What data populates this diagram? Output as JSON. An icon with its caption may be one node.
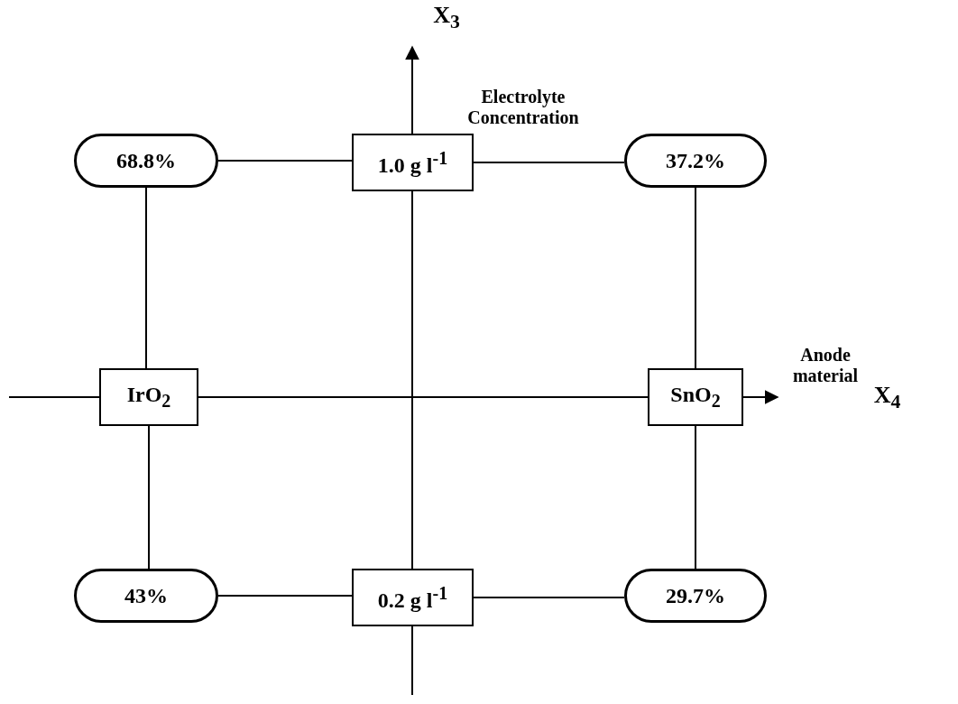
{
  "diagram": {
    "nodes": [
      {
        "text": [
          "68.8%"
        ]
      },
      {
        "text": [
          "1.0 g l$^{-1}$"
        ]
      },
      {
        "text": [
          "37.2%"
        ]
      },
      {
        "text": [
          "IrO$_{2}$"
        ]
      },
      {
        "text": [
          "SnO$_{2}$"
        ]
      },
      {
        "text": [
          "43%"
        ]
      },
      {
        "text": [
          "0.2 g l$^{-1}$"
        ]
      },
      {
        "text": [
          "29.7%"
        ]
      }
    ],
    "edges": [
      {
        "from": 0,
        "to": 1,
        "arrow": "none"
      },
      {
        "from": 1,
        "to": 2,
        "arrow": "none"
      },
      {
        "from": 0,
        "to": 3,
        "arrow": "none"
      },
      {
        "from": 2,
        "to": 4,
        "arrow": "none"
      },
      {
        "from": 3,
        "to": 5,
        "arrow": "none"
      },
      {
        "from": 4,
        "to": 7,
        "arrow": "none"
      },
      {
        "from": 5,
        "to": 6,
        "arrow": "none"
      },
      {
        "from": 6,
        "to": 7,
        "arrow": "none"
      }
    ],
    "labels": [
      "X$_{3}$",
      "Electrolyte Concentration",
      "Anode material",
      "X$_{4}$"
    ]
  }
}
